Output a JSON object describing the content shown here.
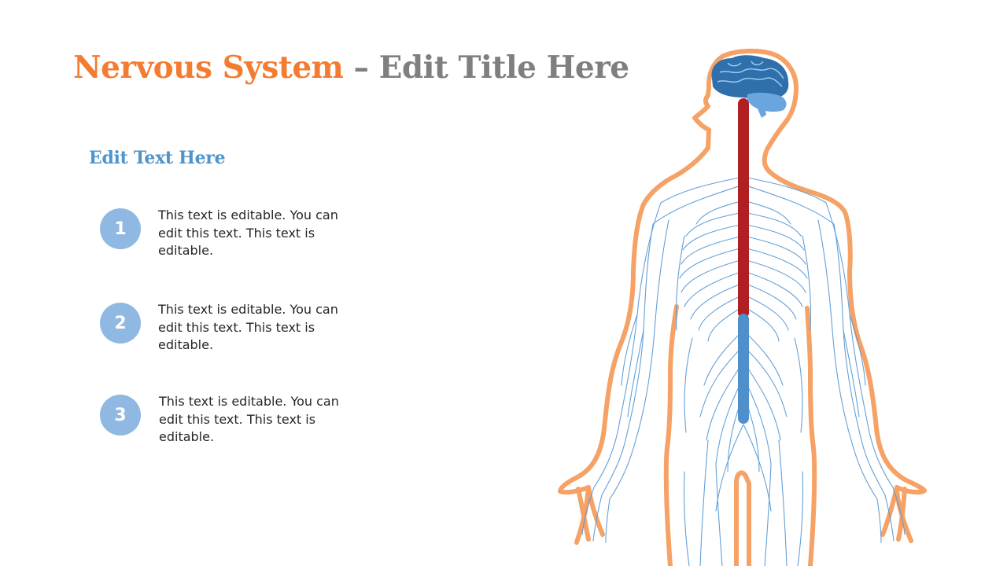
{
  "title": {
    "part1": "Nervous System",
    "part2": " – Edit Title Here"
  },
  "subtitle": "Edit Text Here",
  "items": [
    {
      "number": "1",
      "text": "This text is editable. You can edit this text. This text is editable."
    },
    {
      "number": "2",
      "text": "This text is editable. You can edit this text. This text is editable."
    },
    {
      "number": "3",
      "text": "This text is editable. You can edit this text. This text is editable."
    }
  ],
  "colors": {
    "title_accent": "#f47c30",
    "title_gray": "#7f7f7f",
    "subtitle": "#4f95cc",
    "number_circle": "#8fb8e2",
    "body_outline": "#f6a165",
    "nerves": "#5b9bd5",
    "spinal_cord_upper": "#b01f22",
    "spinal_cord_lower": "#4e8fcc",
    "brain": "#2f6fab"
  }
}
